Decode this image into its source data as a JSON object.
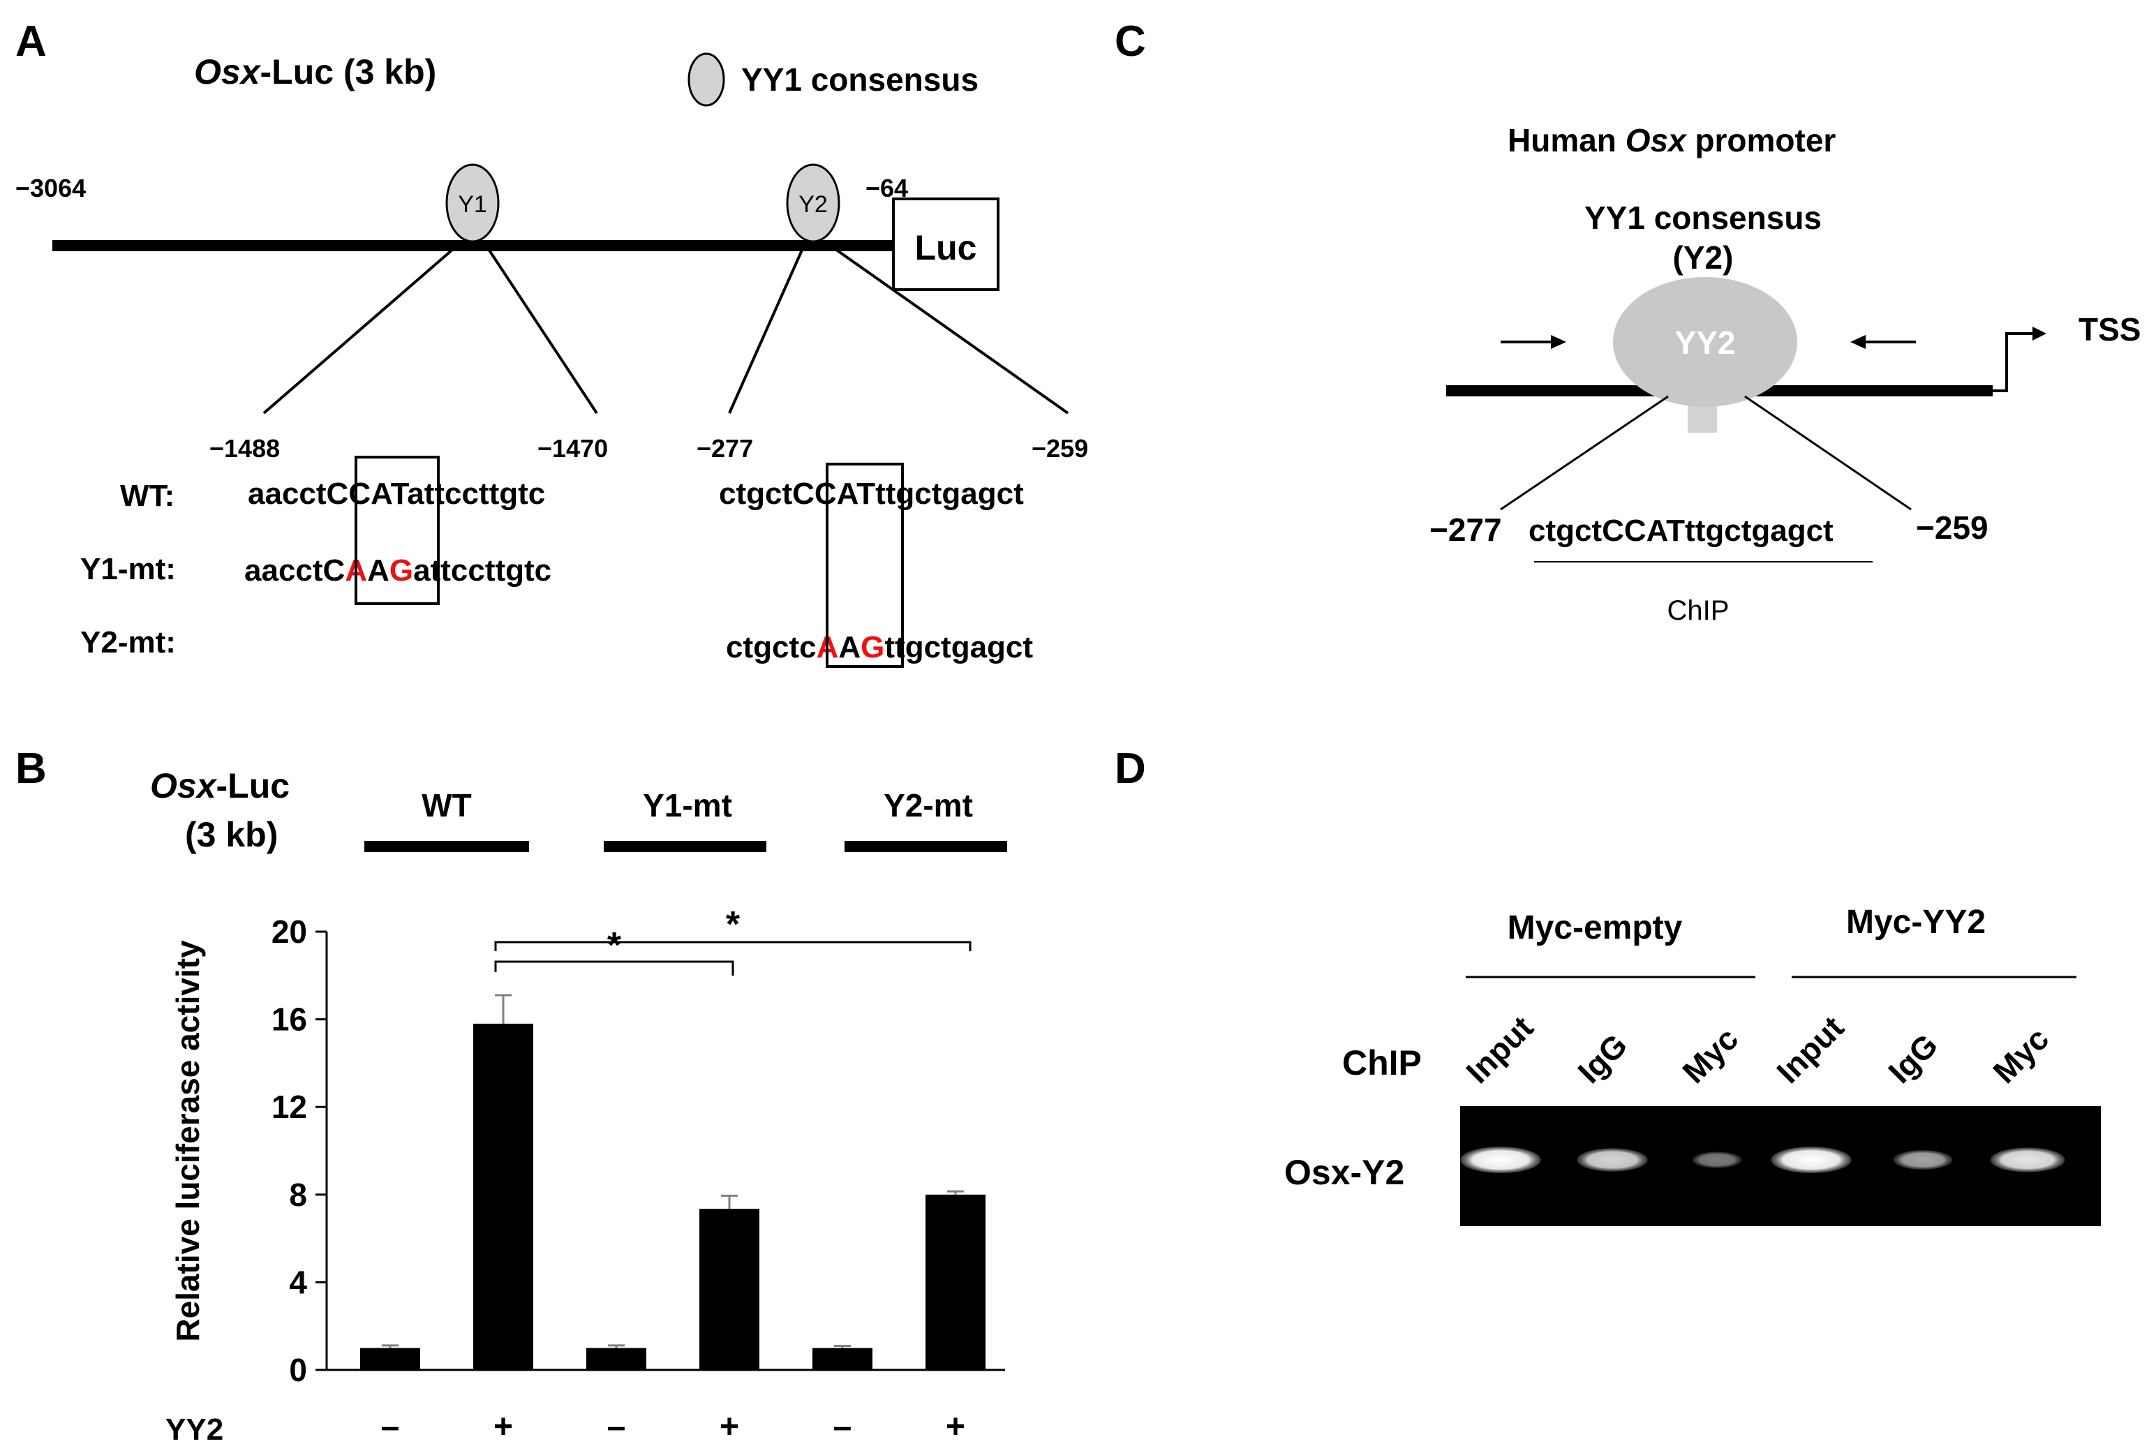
{
  "panels": {
    "A": "A",
    "B": "B",
    "C": "C",
    "D": "D"
  },
  "panel_a": {
    "title_italic": "Osx",
    "title_rest": "-Luc (3 kb)",
    "legend_label": "YY1 consensus",
    "pos_left": "−3064",
    "pos_right": "−64",
    "luc_label": "Luc",
    "y1_label": "Y1",
    "y2_label": "Y2",
    "y1_left": "−1488",
    "y1_right": "−1470",
    "y2_left": "−277",
    "y2_right": "−259",
    "row_labels": [
      "WT:",
      "Y1-mt:",
      "Y2-mt:"
    ],
    "wt_y1": {
      "pre": "aacct",
      "box": "CCAT",
      "post": "attccttgtc"
    },
    "y1mt": {
      "pre": "aacct",
      "c1": "C",
      "m1": "A",
      "c2": "A",
      "m2": "G",
      "post": "attccttgtc"
    },
    "wt_y2": {
      "pre": "ctgct",
      "box": "CCAT",
      "post": "ttgctgagct"
    },
    "y2mt": {
      "pre": "ctgctc",
      "m1": "A",
      "c2": "A",
      "m2": "G",
      "post": "ttgctgagct"
    }
  },
  "panel_b": {
    "osx_italic": "Osx",
    "osx_rest": "-Luc",
    "osx_kb": "(3 kb)",
    "group_labels": [
      "WT",
      "Y1-mt",
      "Y2-mt"
    ],
    "sig_marks": [
      "*",
      "*"
    ],
    "yy2_label": "YY2",
    "yy2_values": [
      "–",
      "+",
      "–",
      "+",
      "–",
      "+"
    ]
  },
  "chart_data": {
    "type": "bar",
    "categories": [
      "WT −",
      "WT +",
      "Y1-mt −",
      "Y1-mt +",
      "Y2-mt −",
      "Y2-mt +"
    ],
    "values": [
      1.0,
      15.8,
      1.0,
      7.35,
      1.0,
      8.0
    ],
    "errors": [
      0.12,
      1.3,
      0.12,
      0.6,
      0.1,
      0.15
    ],
    "ylabel": "Relative luciferase activity",
    "ylim": [
      0,
      20
    ],
    "yticks": [
      0,
      4,
      8,
      12,
      16,
      20
    ],
    "bar_color": "#000000",
    "error_color": "#808080"
  },
  "panel_c": {
    "title_pre": "Human ",
    "title_italic": "Osx",
    "title_post": " promoter",
    "consensus": "YY1 consensus",
    "y2_paren": "(Y2)",
    "yy2_label": "YY2",
    "tss": "TSS",
    "pos_left": "−277",
    "pos_right": "−259",
    "sequence": "ctgctCCATttgctgagct",
    "chip": "ChIP"
  },
  "panel_d": {
    "groups": [
      "Myc-empty",
      "Myc-YY2"
    ],
    "chip_label": "ChIP",
    "lanes": [
      "Input",
      "IgG",
      "Myc",
      "Input",
      "IgG",
      "Myc"
    ],
    "row_label": "Osx-Y2",
    "band_intensity": [
      1.0,
      0.75,
      0.2,
      1.0,
      0.45,
      0.85
    ]
  }
}
